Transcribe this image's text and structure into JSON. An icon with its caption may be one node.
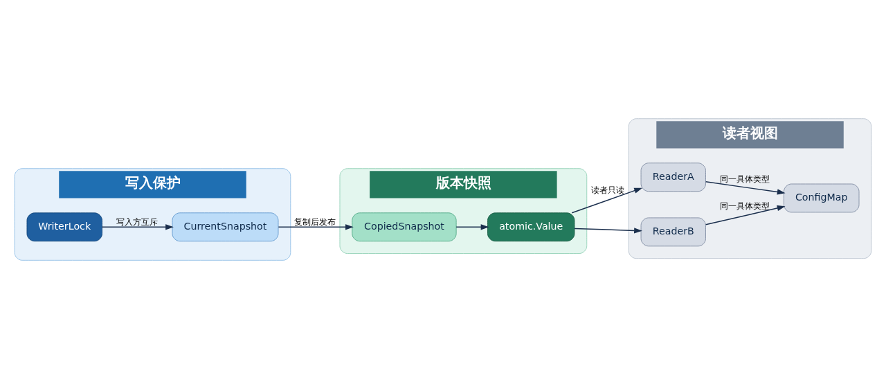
{
  "diagram": {
    "nodes": [
      {
        "text": [
          "写入保护"
        ]
      },
      {
        "text": [
          "WriterLock"
        ],
        "in": 0
      },
      {
        "text": [
          "CurrentSnapshot"
        ],
        "in": 0
      },
      {
        "text": [
          "版本快照"
        ]
      },
      {
        "text": [
          "CopiedSnapshot"
        ],
        "in": 3
      },
      {
        "text": [
          "atomic.Value"
        ],
        "in": 3
      },
      {
        "text": [
          "读者视图"
        ]
      },
      {
        "text": [
          "ReaderA"
        ],
        "in": 6
      },
      {
        "text": [
          "ReaderB"
        ],
        "in": 6
      },
      {
        "text": [
          "ConfigMap"
        ],
        "in": 6
      }
    ],
    "edges": [
      {
        "from": 1,
        "to": 2,
        "arrow": "to",
        "label": "写入方互斥"
      },
      {
        "from": 2,
        "to": 4,
        "arrow": "to",
        "label": "复制后发布"
      },
      {
        "from": 4,
        "to": 5,
        "arrow": "to"
      },
      {
        "from": 5,
        "to": 7,
        "arrow": "to",
        "label": "读者只读"
      },
      {
        "from": 5,
        "to": 8,
        "arrow": "to"
      },
      {
        "from": 7,
        "to": 9,
        "arrow": "to",
        "label": "同一具体类型"
      },
      {
        "from": 8,
        "to": 9,
        "arrow": "to",
        "label": "同一具体类型"
      }
    ]
  }
}
